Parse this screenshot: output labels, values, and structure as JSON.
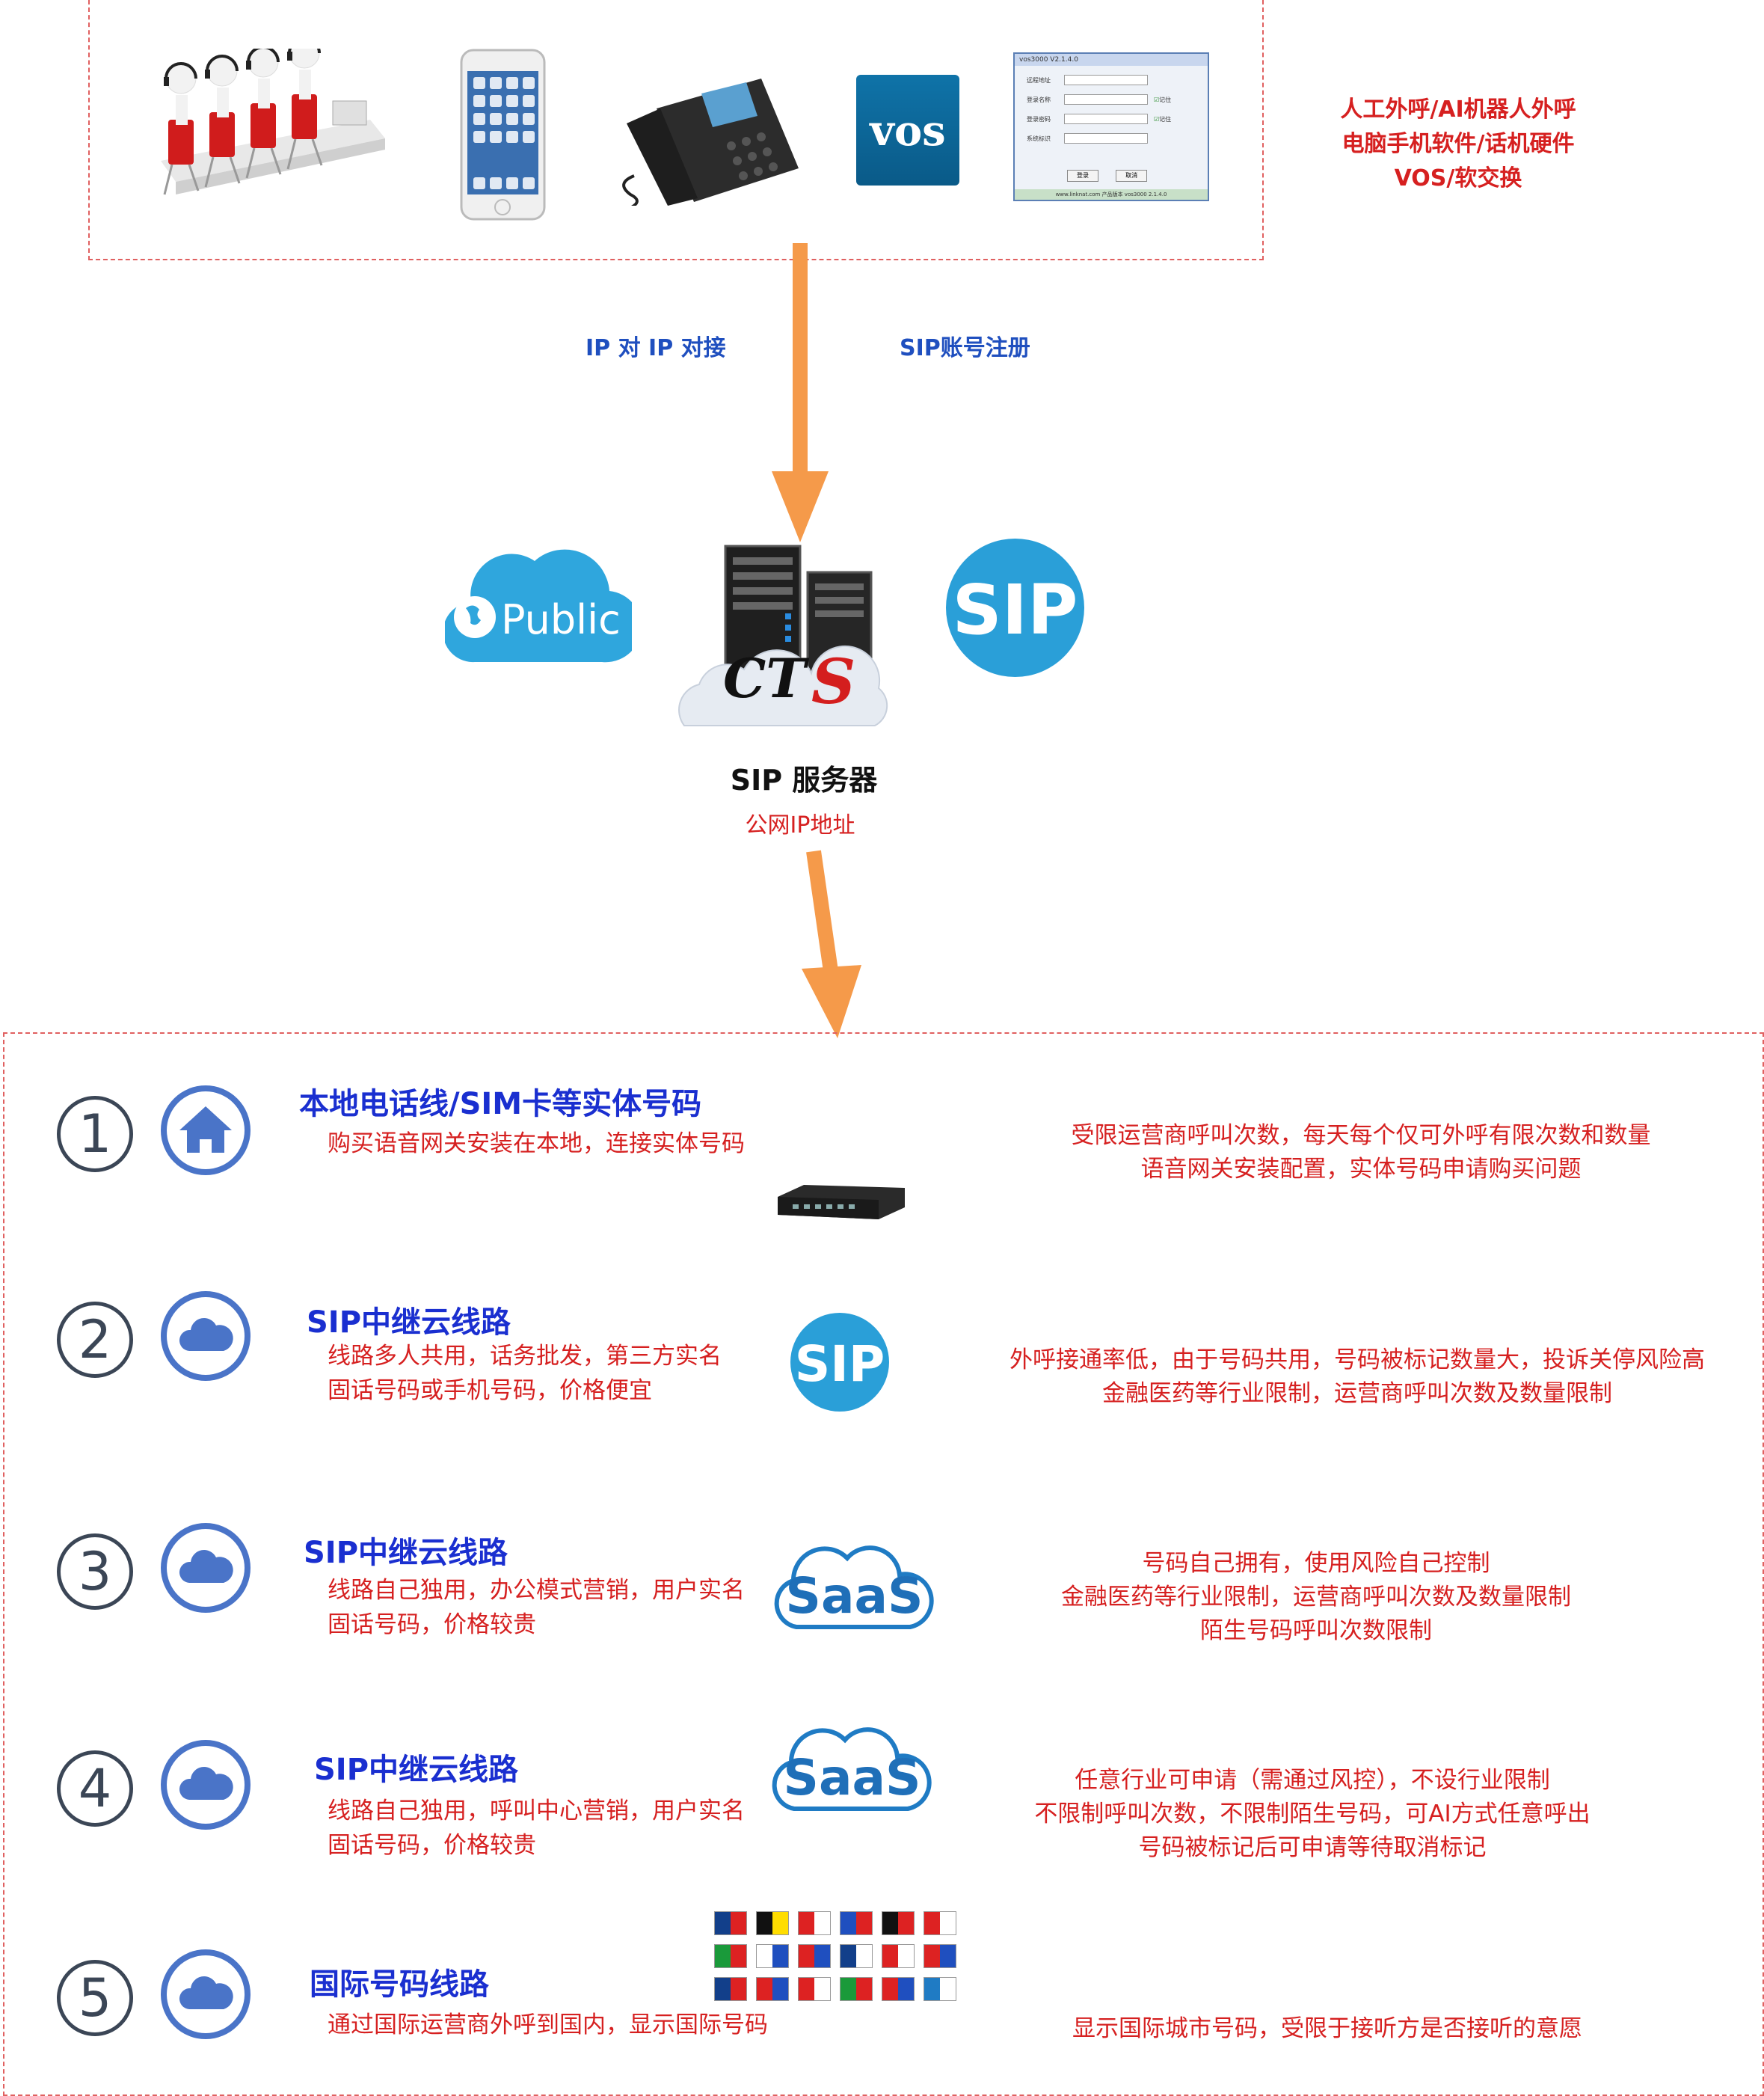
{
  "top_note": [
    "人工外呼/AI机器人外呼",
    "电脑手机软件/话机硬件",
    "VOS/软交换"
  ],
  "vos_logo": "VOS",
  "softphone": {
    "title": "vos3000 V2.1.4.0",
    "fields": [
      "远程地址",
      "登录名称",
      "登录密码",
      "系统标识"
    ],
    "checkbox_label": "记住",
    "buttons": [
      "登录",
      "取消"
    ],
    "footer": "www.linknat.com 产品版本 vos3000 2.1.4.0"
  },
  "arrow_labels": {
    "left": "IP 对 IP 对接",
    "right": "SIP账号注册"
  },
  "public_cloud_label": "Public",
  "sip_badge": "SIP",
  "server": {
    "brand": "CTS",
    "title": "SIP 服务器",
    "subtitle": "公网IP地址"
  },
  "rows": [
    {
      "num": "1",
      "icon": "home-icon",
      "title": "本地电话线/SIM卡等实体号码",
      "desc": [
        "购买语音网关安装在本地，连接实体号码"
      ],
      "device": "gateway",
      "note": [
        "受限运营商呼叫次数，每天每个仅可外呼有限次数和数量",
        "语音网关安装配置，实体号码申请购买问题"
      ]
    },
    {
      "num": "2",
      "icon": "cloud-icon",
      "title": "SIP中继云线路",
      "desc": [
        "线路多人共用，话务批发，第三方实名",
        "固话号码或手机号码，价格便宜"
      ],
      "device": "SIP",
      "note": [
        "外呼接通率低，由于号码共用，号码被标记数量大，投诉关停风险高",
        "金融医药等行业限制，运营商呼叫次数及数量限制"
      ]
    },
    {
      "num": "3",
      "icon": "cloud-icon",
      "title": "SIP中继云线路",
      "desc": [
        "线路自己独用，办公模式营销，用户实名",
        "固话号码，价格较贵"
      ],
      "device": "SaaS",
      "note": [
        "号码自己拥有，使用风险自己控制",
        "金融医药等行业限制，运营商呼叫次数及数量限制",
        "陌生号码呼叫次数限制"
      ]
    },
    {
      "num": "4",
      "icon": "cloud-icon",
      "title": "SIP中继云线路",
      "desc": [
        "线路自己独用，呼叫中心营销，用户实名",
        "固话号码，价格较贵"
      ],
      "device": "SaaS",
      "note": [
        "任意行业可申请（需通过风控），不设行业限制",
        "不限制呼叫次数，不限制陌生号码，可AI方式任意呼出",
        "号码被标记后可申请等待取消标记"
      ]
    },
    {
      "num": "5",
      "icon": "cloud-icon",
      "title": "国际号码线路",
      "desc": [
        "通过国际运营商外呼到国内，显示国际号码"
      ],
      "device": "flags",
      "note": [
        "显示国际城市号码，受限于接听方是否接听的意愿"
      ]
    }
  ],
  "colors": {
    "arrow": "#f59a4a",
    "sip_blue": "#2a9fd8",
    "title_blue": "#1a2fd0",
    "note_red": "#d62020",
    "border_red": "#e06060"
  }
}
